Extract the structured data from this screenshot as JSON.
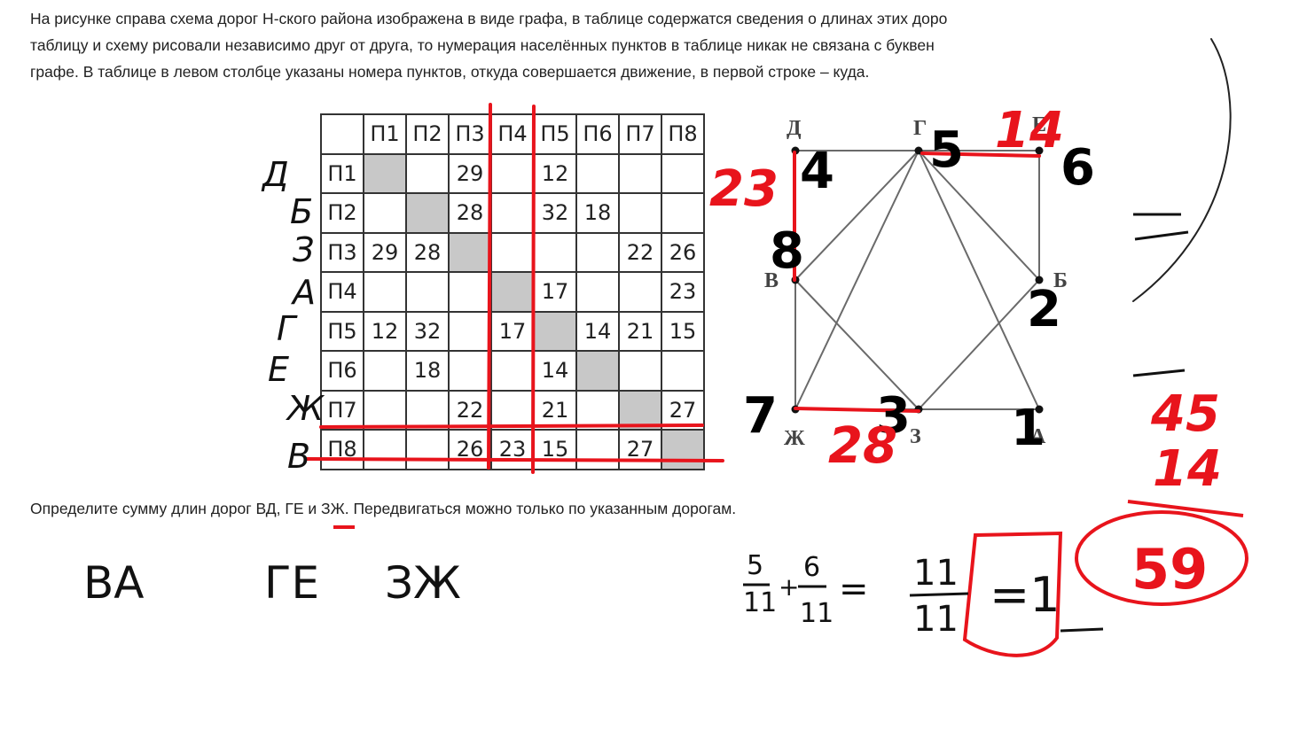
{
  "problem": {
    "intro_lines": [
      "На рисунке справа схема дорог Н-ского района изображена в виде графа, в таблице содержатся сведения о длинах этих доро",
      "таблицу и схему рисовали независимо друг от друга, то нумерация населённых пунктов в таблице никак не связана с буквен",
      "графе. В таблице в левом столбце указаны номера пунктов, откуда совершается движение, в первой строке – куда."
    ],
    "question": "Определите сумму длин дорог ВД, ГЕ и ЗЖ. Передвигаться можно только по указанным дорогам."
  },
  "table": {
    "headers": [
      "П1",
      "П2",
      "П3",
      "П4",
      "П5",
      "П6",
      "П7",
      "П8"
    ],
    "rows": [
      {
        "label": "П1",
        "cells": [
          "",
          "",
          "29",
          "",
          "12",
          "",
          "",
          ""
        ]
      },
      {
        "label": "П2",
        "cells": [
          "",
          "",
          "28",
          "",
          "32",
          "18",
          "",
          ""
        ]
      },
      {
        "label": "П3",
        "cells": [
          "29",
          "28",
          "",
          "",
          "",
          "",
          "22",
          "26"
        ]
      },
      {
        "label": "П4",
        "cells": [
          "",
          "",
          "",
          "",
          "17",
          "",
          "",
          "23"
        ]
      },
      {
        "label": "П5",
        "cells": [
          "12",
          "32",
          "",
          "17",
          "",
          "14",
          "21",
          "15"
        ]
      },
      {
        "label": "П6",
        "cells": [
          "",
          "18",
          "",
          "",
          "14",
          "",
          "",
          ""
        ]
      },
      {
        "label": "П7",
        "cells": [
          "",
          "",
          "22",
          "",
          "21",
          "",
          "",
          "27"
        ]
      },
      {
        "label": "П8",
        "cells": [
          "",
          "",
          "26",
          "23",
          "15",
          "",
          "27",
          ""
        ]
      }
    ]
  },
  "graph": {
    "vertices": [
      "Д",
      "Г",
      "Е",
      "В",
      "Б",
      "Ж",
      "З",
      "А"
    ]
  },
  "annotations": {
    "row_letters": [
      "Д",
      "Б",
      "З",
      "А",
      "Г",
      "Е",
      "Ж",
      "В"
    ],
    "vertex_numbers": [
      "4",
      "5",
      "6",
      "8",
      "2",
      "7",
      "3",
      "1"
    ],
    "red_numbers": [
      "14",
      "23",
      "28",
      "45",
      "14",
      "59"
    ],
    "handwritten_pairs": [
      "ВА",
      "ГЕ",
      "ЗЖ"
    ],
    "fraction": {
      "a_num": "5",
      "a_den": "11",
      "b_num": "6",
      "b_den": "11",
      "sum_num": "11",
      "sum_den": "11",
      "result": "=1"
    }
  },
  "colors": {
    "red_ink": "#e8141c",
    "black_ink": "#000000",
    "cell_shade": "#c8c8c8"
  }
}
